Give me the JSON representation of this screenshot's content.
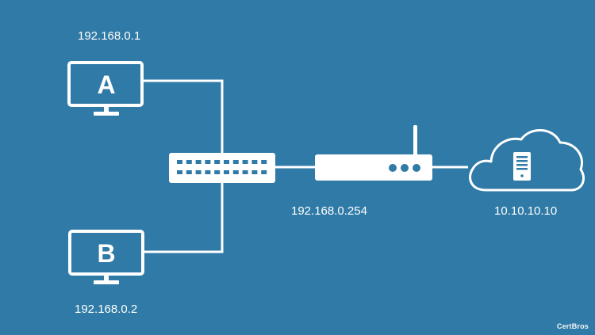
{
  "hosts": [
    {
      "letter": "A",
      "ip": "192.168.0.1"
    },
    {
      "letter": "B",
      "ip": "192.168.0.2"
    }
  ],
  "router": {
    "ip": "192.168.0.254"
  },
  "server": {
    "ip": "10.10.10.10"
  },
  "brand": "CertBros",
  "colors": {
    "background": "#2f7aa6",
    "foreground": "#ffffff"
  },
  "icons": [
    "monitor-icon",
    "switch-icon",
    "router-icon",
    "cloud-icon",
    "server-icon"
  ]
}
